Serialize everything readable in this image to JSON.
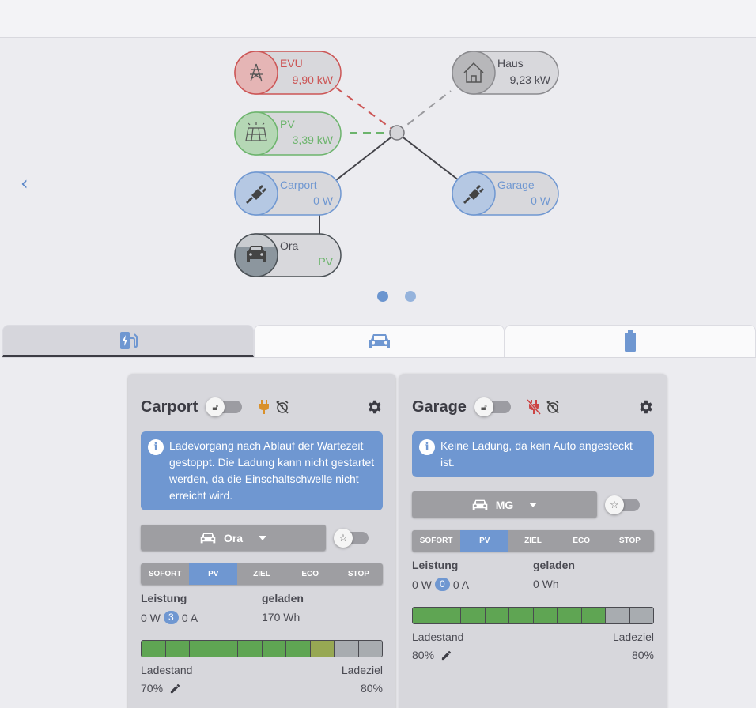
{
  "graph": {
    "nodes": {
      "evu": {
        "label": "EVU",
        "value": "9,90 kW"
      },
      "pv": {
        "label": "PV",
        "value": "3,39 kW"
      },
      "haus": {
        "label": "Haus",
        "value": "9,23 kW"
      },
      "carport": {
        "label": "Carport",
        "value": "0 W"
      },
      "garage": {
        "label": "Garage",
        "value": "0 W"
      },
      "ora": {
        "label": "Ora",
        "value": "PV"
      }
    },
    "colors": {
      "evu": "#cc5555",
      "pv": "#6cb46c",
      "chargepoint": "#6f97d1",
      "haus": "#8a8a8e",
      "vehicle": "#4a5055"
    }
  },
  "nav": {
    "prev_arrow": "‹"
  },
  "tabs": [
    {
      "name": "chargepoints",
      "icon": "charging-station-icon"
    },
    {
      "name": "vehicles",
      "icon": "car-icon"
    },
    {
      "name": "battery",
      "icon": "battery-icon"
    }
  ],
  "carport": {
    "title": "Carport",
    "info": "Ladevorgang nach Ablauf der Wartezeit gestoppt. Die Ladung kann nicht gestartet werden, da die Einschaltschwelle nicht erreicht wird.",
    "vehicle": "Ora",
    "modes": [
      "SOFORT",
      "PV",
      "ZIEL",
      "ECO",
      "STOP"
    ],
    "active_mode": "PV",
    "power_label": "Leistung",
    "power_w": "0 W",
    "phases": "3",
    "current": "0 A",
    "charged_label": "geladen",
    "charged": "170 Wh",
    "soc_label": "Ladestand",
    "soc": "70%",
    "soc_fraction": 0.7,
    "target_label": "Ladeziel",
    "target": "80%"
  },
  "garage": {
    "title": "Garage",
    "info": "Keine Ladung, da kein Auto angesteckt ist.",
    "vehicle": "MG",
    "modes": [
      "SOFORT",
      "PV",
      "ZIEL",
      "ECO",
      "STOP"
    ],
    "active_mode": "PV",
    "power_label": "Leistung",
    "power_w": "0 W",
    "phases": "0",
    "current": "0 A",
    "charged_label": "geladen",
    "charged": "0 Wh",
    "soc_label": "Ladestand",
    "soc": "80%",
    "soc_fraction": 0.8,
    "target_label": "Ladeziel",
    "target": "80%"
  }
}
